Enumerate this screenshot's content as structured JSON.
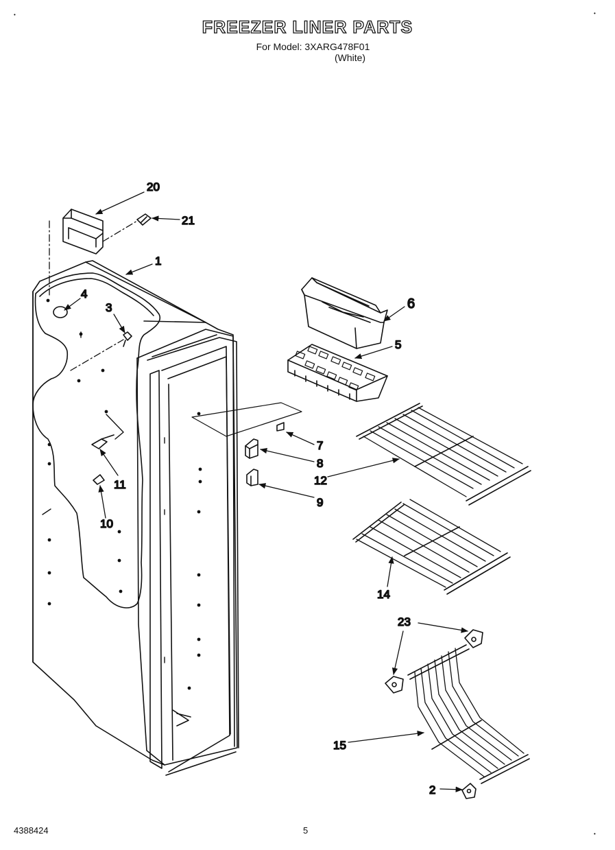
{
  "title": "FREEZER LINER PARTS",
  "subtitle_model": "For Model: 3XARG478F01",
  "subtitle_color": "(White)",
  "footer": {
    "doc_number": "4388424",
    "page_number": "5"
  },
  "callouts": [
    {
      "id": "c20",
      "label": "20",
      "part": "bracket"
    },
    {
      "id": "c21",
      "label": "21",
      "part": "screw"
    },
    {
      "id": "c1",
      "label": "1",
      "part": "freezer-liner"
    },
    {
      "id": "c4",
      "label": "4",
      "part": "plug"
    },
    {
      "id": "c3",
      "label": "3",
      "part": "screw"
    },
    {
      "id": "c6",
      "label": "6",
      "part": "ice-bin"
    },
    {
      "id": "c5",
      "label": "5",
      "part": "ice-tray"
    },
    {
      "id": "c7",
      "label": "7",
      "part": "shelf-support"
    },
    {
      "id": "c8",
      "label": "8",
      "part": "shelf-support"
    },
    {
      "id": "c9",
      "label": "9",
      "part": "shelf-support"
    },
    {
      "id": "c11",
      "label": "11",
      "part": "bracket-stud"
    },
    {
      "id": "c12",
      "label": "12",
      "part": "wire-shelf"
    },
    {
      "id": "c10",
      "label": "10",
      "part": "stud"
    },
    {
      "id": "c14",
      "label": "14",
      "part": "wire-shelf"
    },
    {
      "id": "c23",
      "label": "23",
      "part": "basket-support"
    },
    {
      "id": "c15",
      "label": "15",
      "part": "wire-basket"
    },
    {
      "id": "c2",
      "label": "2",
      "part": "basket-support"
    }
  ]
}
